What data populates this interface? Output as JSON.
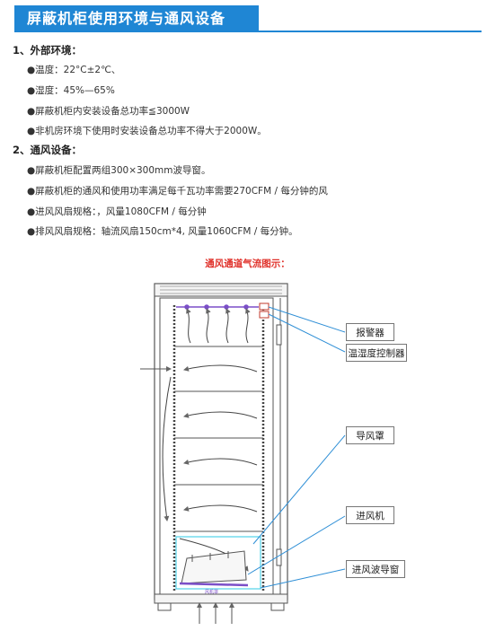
{
  "header": {
    "title": "屏蔽机柜使用环境与通风设备"
  },
  "sections": [
    {
      "title": "1、外部环境：",
      "items": [
        "●温度：22°C±2℃、",
        "●湿度：45%—65%",
        "●屏蔽机柜内安装设备总功率≦3000W",
        "●非机房环境下使用时安装设备总功率不得大于2000W。"
      ]
    },
    {
      "title": "2、通风设备：",
      "items": [
        "●屏蔽机柜配置两组300×300mm波导窗。",
        "●屏蔽机柜的通风和使用功率满足每千瓦功率需要270CFM / 每分钟的风",
        "●进风风扇规格：，风量1080CFM / 每分钟",
        "●排风风扇规格：轴流风扇150cm*4, 风量1060CFM / 每分钟。"
      ]
    }
  ],
  "diagram": {
    "title": "通风通道气流图示：",
    "callouts": {
      "alarm": "报警器",
      "thermo": "温湿度控制器",
      "hood": "导风罩",
      "fan": "进风机",
      "window": "进风波导窗"
    },
    "fan_plate_label": "风机罩",
    "colors": {
      "accent": "#1f86d4",
      "leader": "#2f8fd6",
      "cyan": "#4fd3e8",
      "purple": "#7b4fc8"
    }
  }
}
